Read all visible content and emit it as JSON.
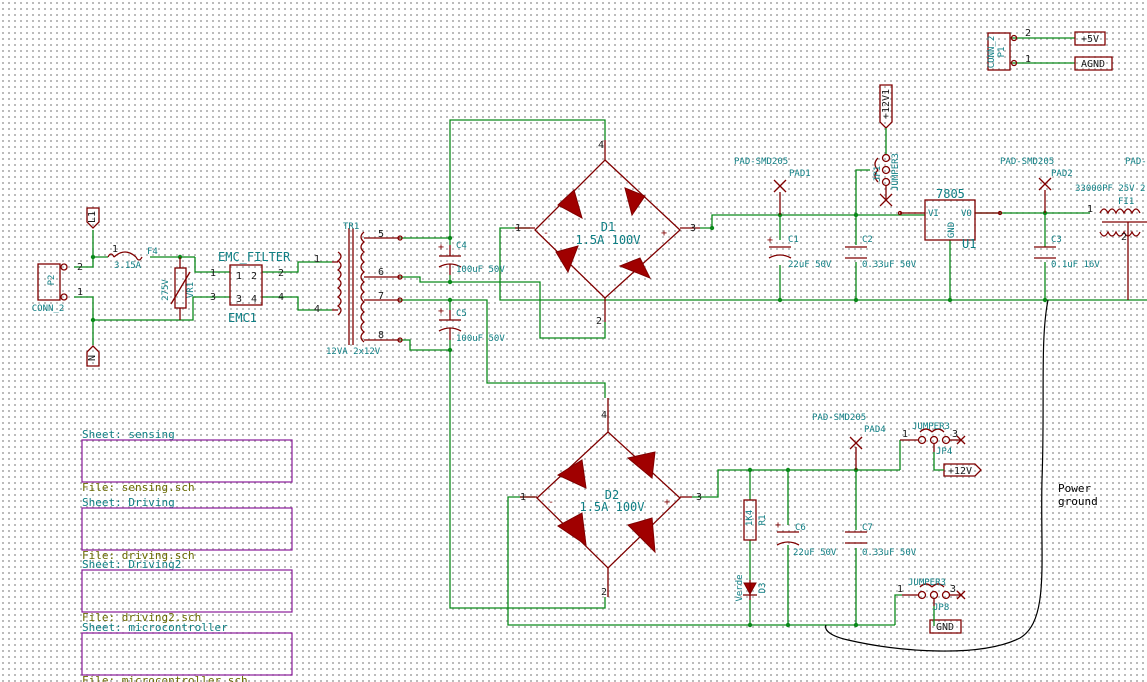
{
  "parts": {
    "p2": {
      "ref": "P2",
      "value": "CONN_2",
      "pin1": "1",
      "pin2": "2"
    },
    "f4": {
      "ref": "F4",
      "value": "3.15A"
    },
    "vr1": {
      "ref": "VR1",
      "value": "275V"
    },
    "emc1": {
      "ref": "EMC1",
      "value": "EMC_FILTER",
      "pins": [
        "1",
        "2",
        "3",
        "4"
      ]
    },
    "tr1": {
      "ref": "TR1",
      "value": "12VA 2x12V",
      "pins": [
        "1",
        "4",
        "5",
        "6",
        "7",
        "8"
      ]
    },
    "c4": {
      "ref": "C4",
      "value": "100uF 50V"
    },
    "c5": {
      "ref": "C5",
      "value": "100uF 50V"
    },
    "d1": {
      "ref": "D1",
      "value": "1.5A 100V",
      "pins": [
        "1",
        "2",
        "3",
        "4"
      ]
    },
    "d2": {
      "ref": "D2",
      "value": "1.5A 100V",
      "pins": [
        "1",
        "2",
        "3",
        "4"
      ]
    },
    "c1": {
      "ref": "C1",
      "value": "22uF 50V"
    },
    "c2": {
      "ref": "C2",
      "value": "0.33uF 50V"
    },
    "u1": {
      "ref": "U1",
      "value": "7805",
      "vi": "VI",
      "vo": "VO",
      "gnd": "GND"
    },
    "c3": {
      "ref": "C3",
      "value": "0.1uF 16V"
    },
    "fi1": {
      "ref": "FI1",
      "value": "33000PF 25V 2"
    },
    "pad1": {
      "ref": "PAD1",
      "value": "PAD-SMD205"
    },
    "pad2": {
      "ref": "PAD2",
      "value": "PAD-SMD205"
    },
    "pad3_partial": "PAD-",
    "pad4": {
      "ref": "PAD4",
      "value": "PAD-SMD205"
    },
    "jp1": {
      "ref": "JP1",
      "value": "JUMPER3"
    },
    "jp4": {
      "ref": "JP4",
      "value": "JUMPER3"
    },
    "jp8": {
      "ref": "JP8",
      "value": "JUMPER3"
    },
    "r1": {
      "ref": "R1",
      "value": "1K4"
    },
    "d3": {
      "ref": "D3",
      "value": "Verde"
    },
    "c6": {
      "ref": "C6",
      "value": "22uF 50V"
    },
    "c7": {
      "ref": "C7",
      "value": "0.33uF 50V"
    },
    "p1": {
      "ref": "P1",
      "value": "CONN_2"
    }
  },
  "power_labels": {
    "l1": "L1",
    "n": "N",
    "p12v1": "+12V1",
    "p12v": "+12V",
    "p5v": "+5V",
    "agnd": "AGND",
    "gnd": "GND"
  },
  "pin_numbers": {
    "one": "1",
    "two": "2",
    "three": "3",
    "four": "4",
    "plus": "+",
    "minus": "-"
  },
  "sheets": [
    {
      "name": "Sheet: sensing",
      "file": "File: sensing.sch"
    },
    {
      "name": "Sheet: Driving",
      "file": "File: driving.sch"
    },
    {
      "name": "Sheet: Driving2",
      "file": "File: driving2.sch"
    },
    {
      "name": "Sheet: microcontroller",
      "file": "File: microcontroller.sch"
    }
  ],
  "annotation": {
    "line1": "Power",
    "line2": "ground"
  },
  "colors": {
    "wire": "#0a8a1a",
    "component": "#800000",
    "component_fill": "#a00000",
    "text": "#0f7f84",
    "sheet_border": "#8a1a9a",
    "sheet_file": "#6a6a00",
    "background": "#ffffff",
    "grid_dot": "#a8a8a8"
  }
}
